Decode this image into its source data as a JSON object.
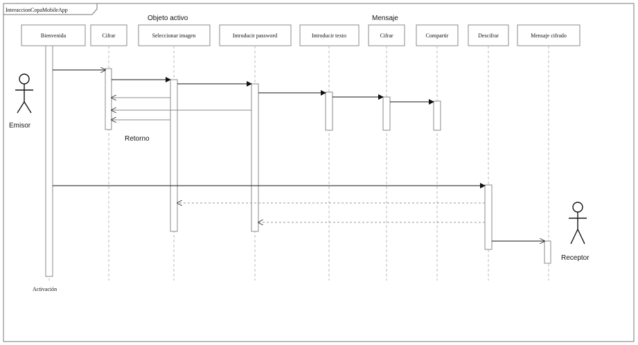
{
  "diagram": {
    "frame_title": "InteraccionCopaMobileApp",
    "group_labels": {
      "objects": "Objeto activo",
      "message": "Mensaje"
    },
    "lifelines": [
      {
        "id": "bienvenida",
        "label": "Bienvenida"
      },
      {
        "id": "cifrar1",
        "label": "Cifrar"
      },
      {
        "id": "seleccionar",
        "label": "Seleccionar imagen"
      },
      {
        "id": "password",
        "label": "Introducir password"
      },
      {
        "id": "texto",
        "label": "Introducir texto"
      },
      {
        "id": "cifrar2",
        "label": "Cifrar"
      },
      {
        "id": "compartir",
        "label": "Compartir"
      },
      {
        "id": "descifrar",
        "label": "Descifrar"
      },
      {
        "id": "mensaje",
        "label": "Mensaje cifrado"
      }
    ],
    "actors": {
      "emisor": "Emisor",
      "receptor": "Receptor"
    },
    "notes": {
      "retorno": "Retorno",
      "activacion": "Activación"
    }
  }
}
